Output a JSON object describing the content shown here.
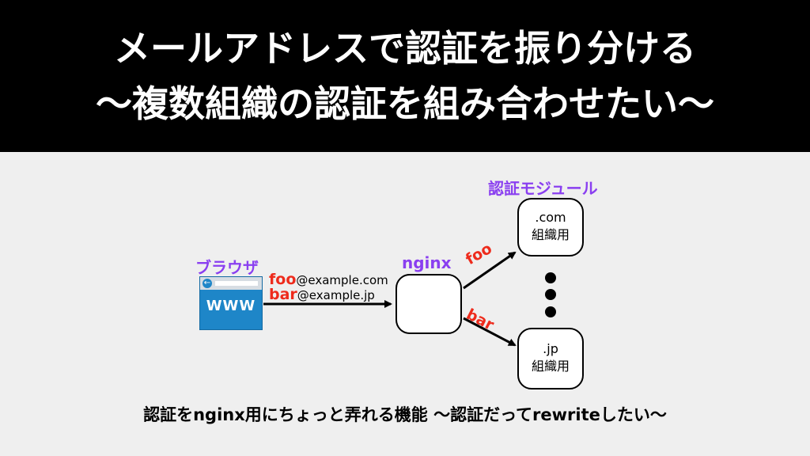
{
  "header": {
    "line1": "メールアドレスで認証を振り分ける",
    "line2": "〜複数組織の認証を組み合わせたい〜"
  },
  "diagram": {
    "browser_label": "ブラウザ",
    "browser_www": "WWW",
    "email_foo_user": "foo",
    "email_foo_domain": "@example.com",
    "email_bar_user": "bar",
    "email_bar_domain": "@example.jp",
    "nginx_label": "nginx",
    "auth_module_label": "認証モジュール",
    "arrow_foo": "foo",
    "arrow_bar": "bar",
    "module_com_line1": ".com",
    "module_com_line2": "組織用",
    "module_jp_line1": ".jp",
    "module_jp_line2": "組織用"
  },
  "footer": {
    "text": "認証をnginx用にちょっと弄れる機能 〜認証だってrewriteしたい〜"
  },
  "colors": {
    "purple": "#8a3ff0",
    "red": "#ee2b1c",
    "browser_blue": "#1e86c8"
  }
}
